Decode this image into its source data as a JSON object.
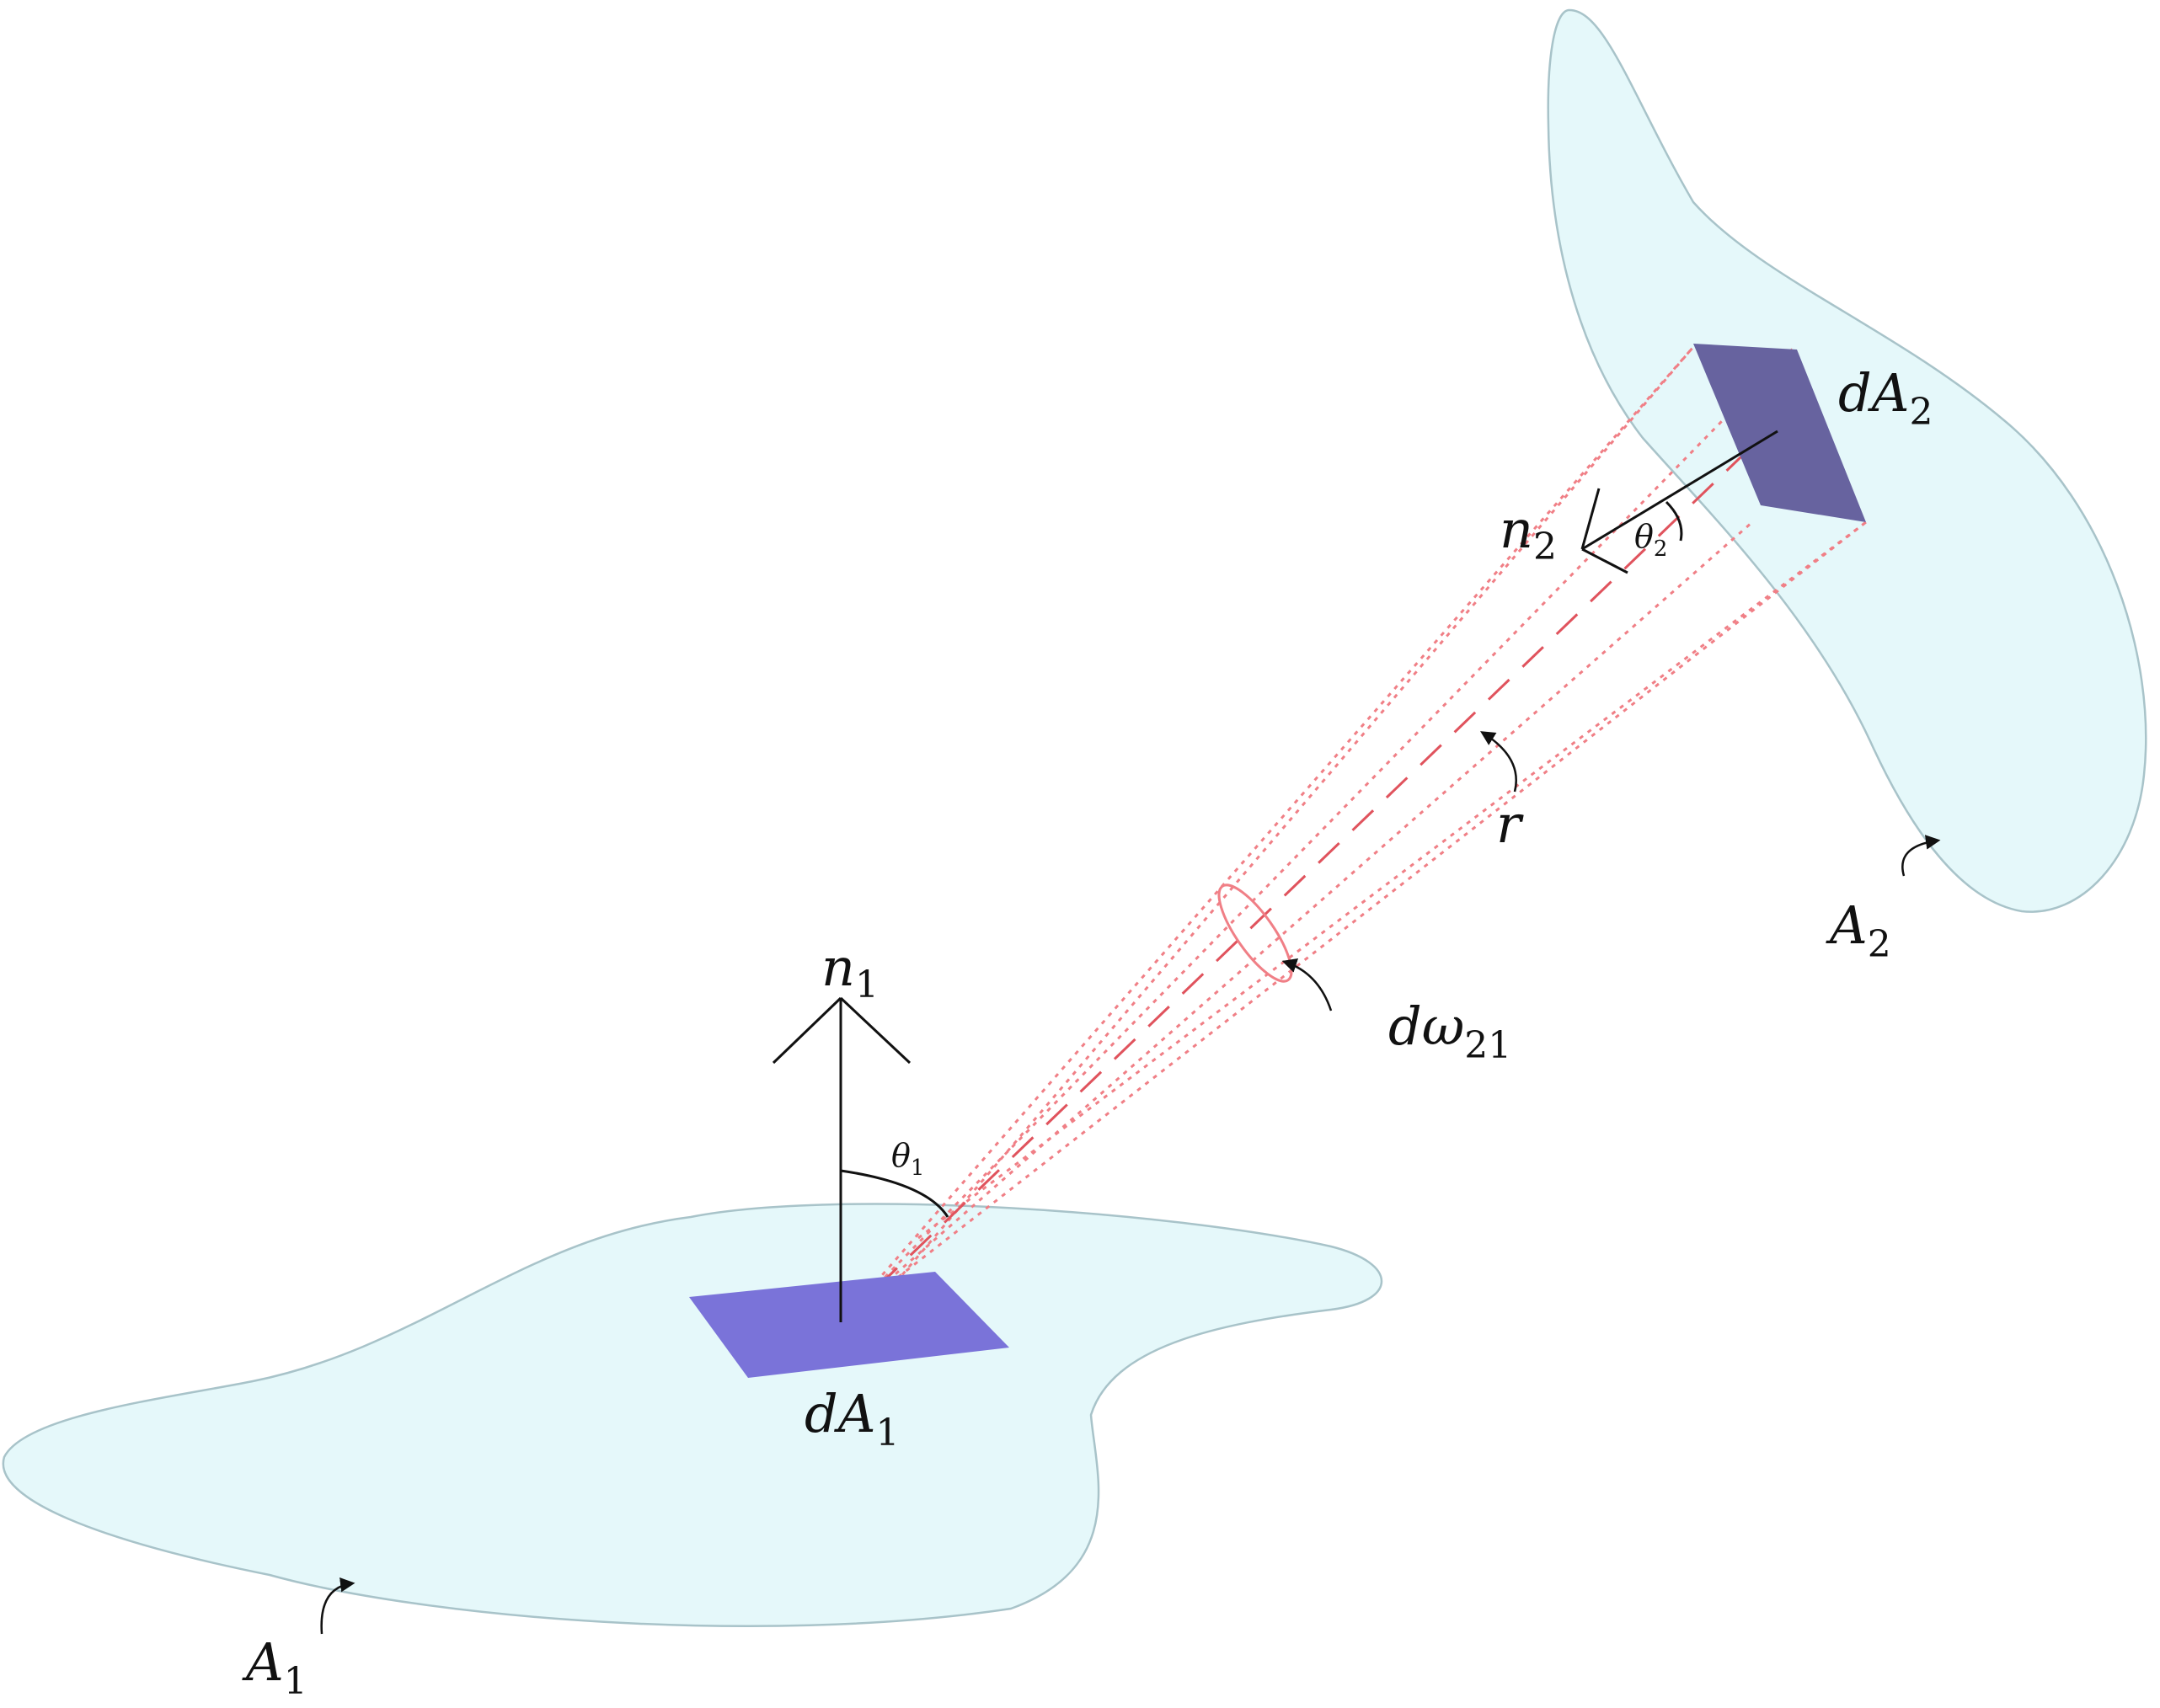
{
  "colors": {
    "surface_fill": "#e5f8fa",
    "surface_stroke": "#a8c3c9",
    "patch1_fill": "#7a73d9",
    "patch2_fill": "#67639f",
    "ray_color": "#f07f86",
    "line_color": "#111111"
  },
  "labels": {
    "n1": {
      "main": "n",
      "sub": "1"
    },
    "n2": {
      "main": "n",
      "sub": "2"
    },
    "theta1": {
      "main": "θ",
      "sub": "1"
    },
    "theta2": {
      "main": "θ",
      "sub": "2"
    },
    "dA1": {
      "main": "dA",
      "sub": "1"
    },
    "dA2": {
      "main": "dA",
      "sub": "2"
    },
    "A1": {
      "main": "A",
      "sub": "1"
    },
    "A2": {
      "main": "A",
      "sub": "2"
    },
    "r": {
      "main": "r"
    },
    "domega": {
      "main": "dω",
      "sub": "21"
    }
  }
}
